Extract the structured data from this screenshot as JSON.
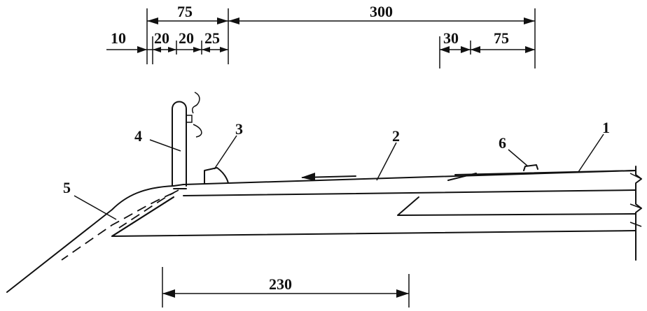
{
  "dimensions": {
    "top_total_75": "75",
    "top_total_300": "300",
    "seg_10": "10",
    "seg_20a": "20",
    "seg_20b": "20",
    "seg_25": "25",
    "seg_30": "30",
    "seg_75": "75",
    "bottom_230": "230"
  },
  "labels": {
    "l1": "1",
    "l2": "2",
    "l3": "3",
    "l4": "4",
    "l5": "5",
    "l6": "6"
  }
}
